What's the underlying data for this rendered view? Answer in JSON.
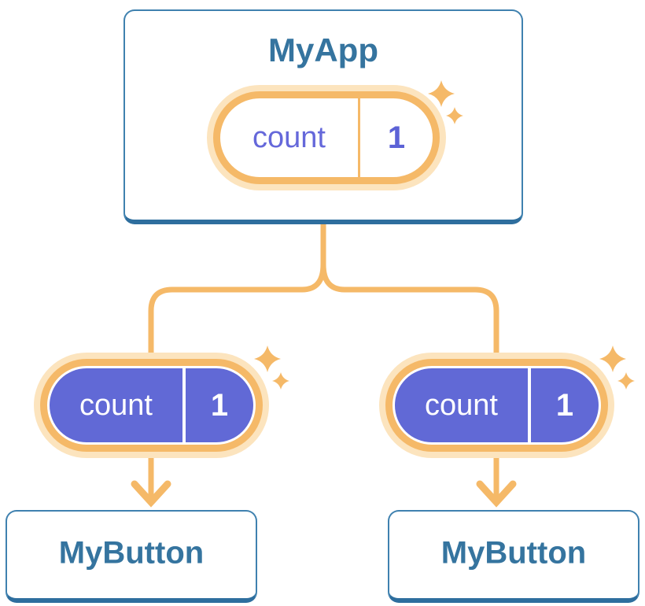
{
  "diagram": {
    "root": {
      "title": "MyApp",
      "state": {
        "name": "count",
        "value": "1"
      }
    },
    "children": [
      {
        "title": "MyButton",
        "prop": {
          "name": "count",
          "value": "1"
        }
      },
      {
        "title": "MyButton",
        "prop": {
          "name": "count",
          "value": "1"
        }
      }
    ],
    "icons": {
      "sparkle": "sparkle-icon"
    },
    "colors": {
      "card_border": "#3F81AF",
      "card_border_bottom": "#2E6E9E",
      "title_text": "#35749F",
      "connector_orange": "#F5B968",
      "pill_outer_pale": "#FCE4BE",
      "pill_purple_fill": "#6169D6",
      "pill_text_purple": "#6568DA",
      "pill_text_white": "#FFFFFF"
    }
  }
}
